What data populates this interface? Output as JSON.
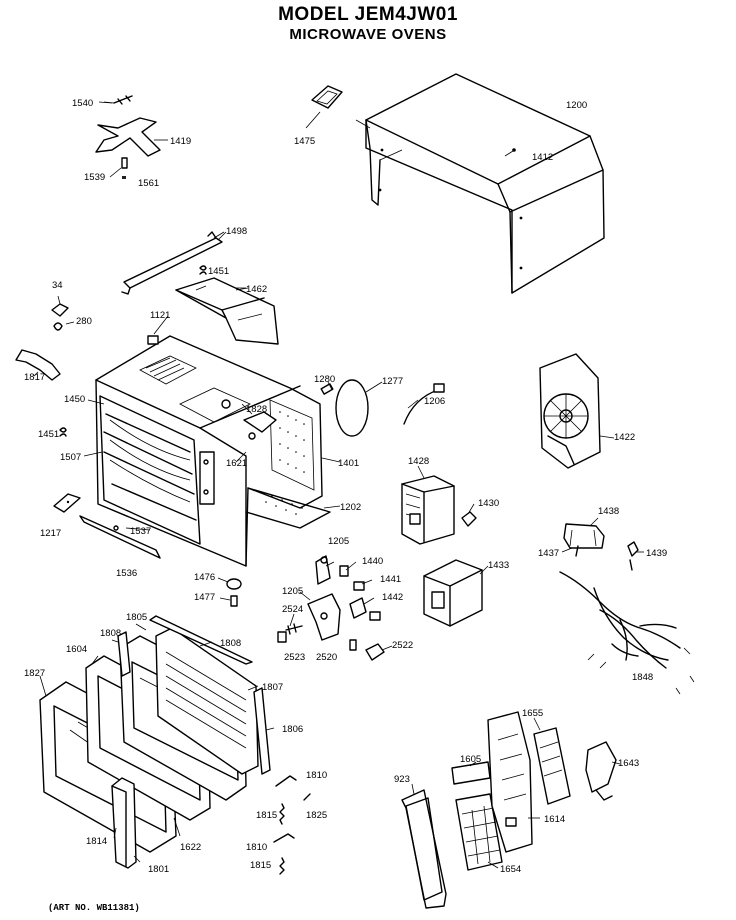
{
  "title": "MODEL JEM4JW01",
  "subtitle": "MICROWAVE OVENS",
  "art_no": "(ART NO. WB11381)",
  "parts": {
    "p1540": "1540",
    "p1419": "1419",
    "p1539": "1539",
    "p1561": "1561",
    "p1475": "1475",
    "p1200": "1200",
    "p1412": "1412",
    "p1498": "1498",
    "p1451a": "1451",
    "p1462": "1462",
    "p34": "34",
    "p280": "280",
    "p1121": "1121",
    "p1817": "1817",
    "p1450": "1450",
    "p1451b": "1451",
    "p1507": "1507",
    "p1828": "1828",
    "p1621": "1621",
    "p1401": "1401",
    "p1280": "1280",
    "p1277": "1277",
    "p1206": "1206",
    "p1422": "1422",
    "p1202": "1202",
    "p1217": "1217",
    "p1537": "1537",
    "p1536": "1536",
    "p1428": "1428",
    "p1430": "1430",
    "p1205a": "1205",
    "p1440": "1440",
    "p1441": "1441",
    "p1442": "1442",
    "p1205b": "1205",
    "p2524": "2524",
    "p2523": "2523",
    "p2520": "2520",
    "p2522": "2522",
    "p1433": "1433",
    "p1438": "1438",
    "p1437": "1437",
    "p1439": "1439",
    "p1848": "1848",
    "p1476": "1476",
    "p1477": "1477",
    "p1805": "1805",
    "p1808a": "1808",
    "p1808b": "1808",
    "p1604": "1604",
    "p1827": "1827",
    "p1807": "1807",
    "p1806": "1806",
    "p1810a": "1810",
    "p1815a": "1815",
    "p1825": "1825",
    "p1814": "1814",
    "p1622": "1622",
    "p1810b": "1810",
    "p1801": "1801",
    "p1815b": "1815",
    "p1655": "1655",
    "p1643": "1643",
    "p1605": "1605",
    "p923": "923",
    "p1614": "1614",
    "p1654": "1654"
  }
}
